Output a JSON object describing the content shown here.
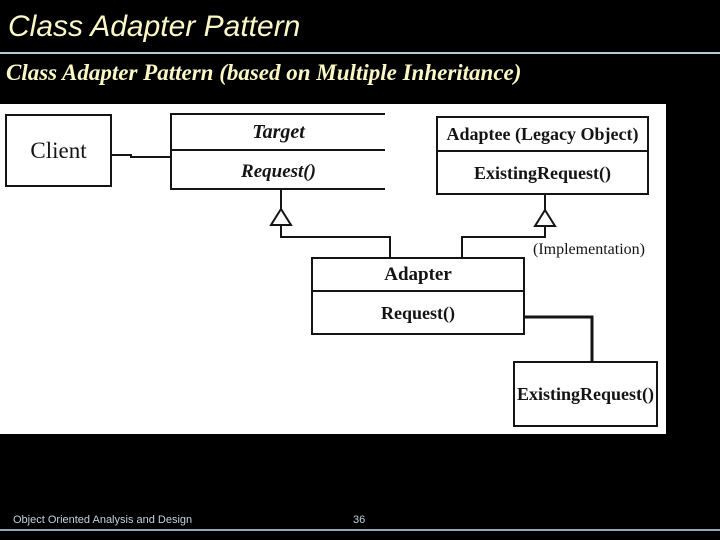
{
  "slide": {
    "title": "Class Adapter Pattern",
    "subtitle": "Class Adapter Pattern (based on Multiple Inheritance)"
  },
  "diagram": {
    "client": {
      "name": "Client"
    },
    "target": {
      "name": "Target",
      "method": "Request()"
    },
    "adaptee": {
      "name": "Adaptee (Legacy Object)",
      "method": "ExistingRequest()"
    },
    "adapter": {
      "name": "Adapter",
      "method": "Request()"
    },
    "note": {
      "label": "ExistingRequest()"
    },
    "annotation": "(Implementation)"
  },
  "footer": {
    "left": "Object Oriented Analysis and Design",
    "page": "36"
  },
  "colors": {
    "background": "#000000",
    "heading_text": "#fbf8c6",
    "title_rule": "#b9c9d2",
    "panel_background": "#ffffff",
    "diagram_ink": "#141414",
    "footer_text": "#bfd4e0",
    "footer_rule": "#8fa9ba"
  }
}
